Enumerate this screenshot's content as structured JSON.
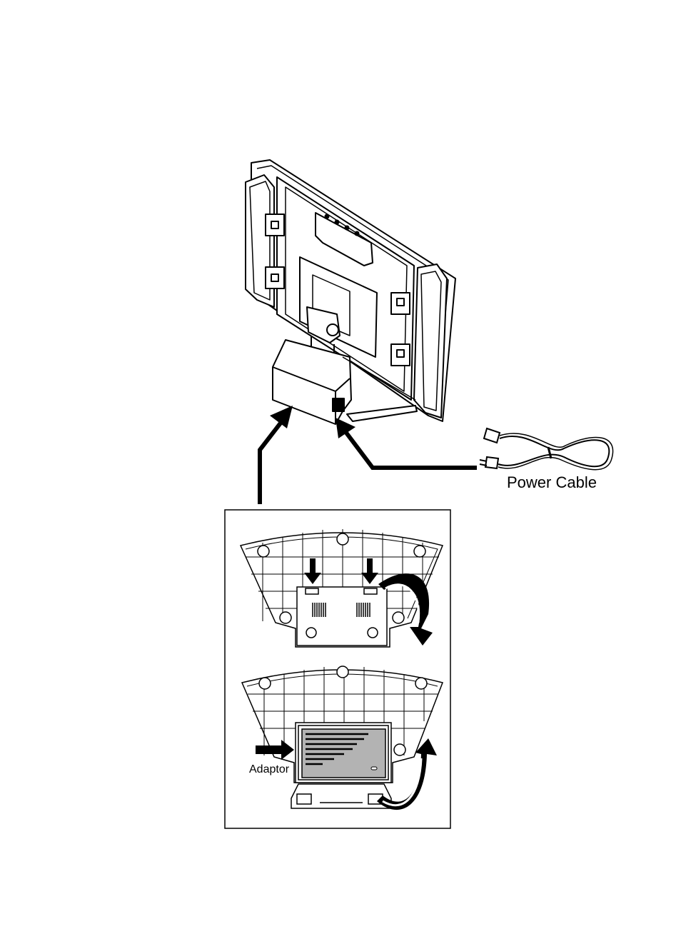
{
  "labels": {
    "power_cable": "Power Cable",
    "adaptor": "Adaptor"
  },
  "colors": {
    "ink": "#000000",
    "paper": "#ffffff",
    "adaptor_fill": "#b3b3b3"
  },
  "icons": [
    "monitor-rear-illustration",
    "power-cable-icon",
    "stand-base-illustration",
    "adaptor-icon",
    "arrow-icon",
    "rotate-arrow-icon"
  ]
}
